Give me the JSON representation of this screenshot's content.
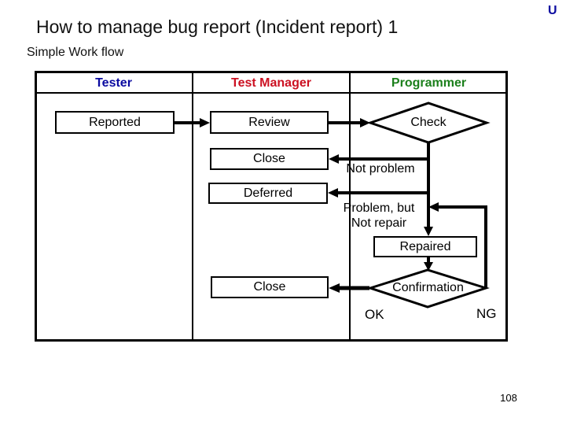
{
  "page": {
    "watermark": "U",
    "title": "How to manage bug report (Incident report) 1",
    "subtitle": "Simple Work flow",
    "page_number": "108"
  },
  "colors": {
    "tester": "#0A0AA0",
    "test_manager": "#CC1122",
    "programmer": "#1B7F1B",
    "flow_line": "#000000"
  },
  "table": {
    "columns": [
      {
        "label": "Tester",
        "color": "#0A0AA0"
      },
      {
        "label": "Test Manager",
        "color": "#CC1122"
      },
      {
        "label": "Programmer",
        "color": "#1B7F1B"
      }
    ]
  },
  "flow": {
    "nodes": {
      "reported": "Reported",
      "review": "Review",
      "check": "Check",
      "close_not_problem": "Close",
      "deferred": "Deferred",
      "repaired": "Repaired",
      "confirmation": "Confirmation",
      "close_ok": "Close"
    },
    "edge_labels": {
      "not_problem": "Not problem",
      "problem_but": "Problem, but",
      "not_repair": "Not repair",
      "ok": "OK",
      "ng": "NG"
    }
  }
}
